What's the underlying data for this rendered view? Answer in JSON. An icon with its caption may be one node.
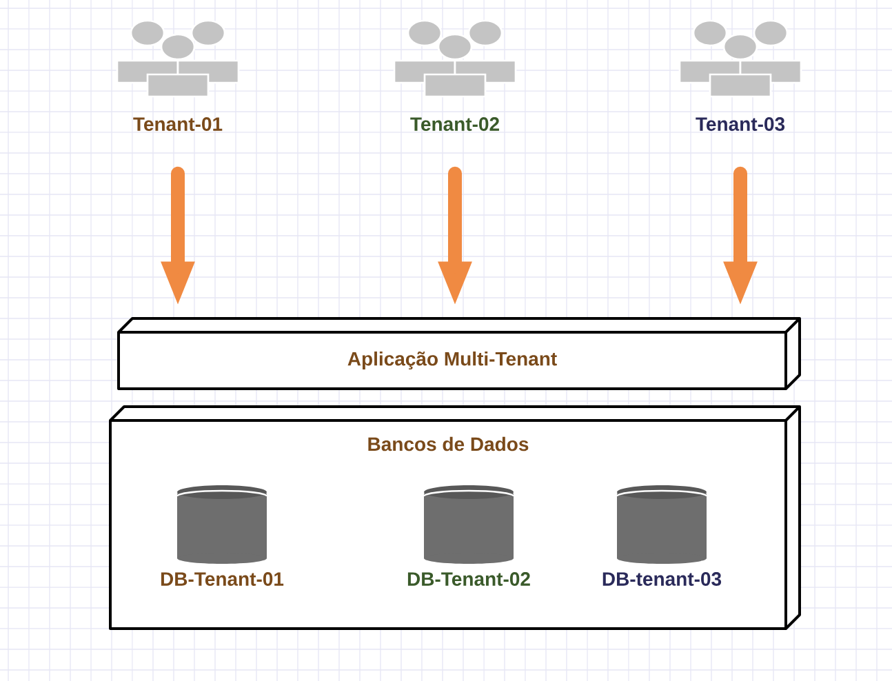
{
  "diagram": {
    "nodes": [
      {
        "text": [
          "Tenant-01"
        ]
      },
      {
        "text": [
          "Tenant-02"
        ]
      },
      {
        "text": [
          "Tenant-03"
        ]
      },
      {
        "text": [
          "Aplicação Multi-Tenant"
        ]
      },
      {
        "text": [
          "Bancos de Dados"
        ]
      },
      {
        "text": [
          "DB-Tenant-01"
        ],
        "in": 4
      },
      {
        "text": [
          "DB-Tenant-02"
        ],
        "in": 4
      },
      {
        "text": [
          "DB-tenant-03"
        ],
        "in": 4
      }
    ],
    "edges": [
      {
        "from": 0,
        "to": 3,
        "arrow": "to"
      },
      {
        "from": 1,
        "to": 3,
        "arrow": "to"
      },
      {
        "from": 2,
        "to": 3,
        "arrow": "to"
      }
    ]
  }
}
